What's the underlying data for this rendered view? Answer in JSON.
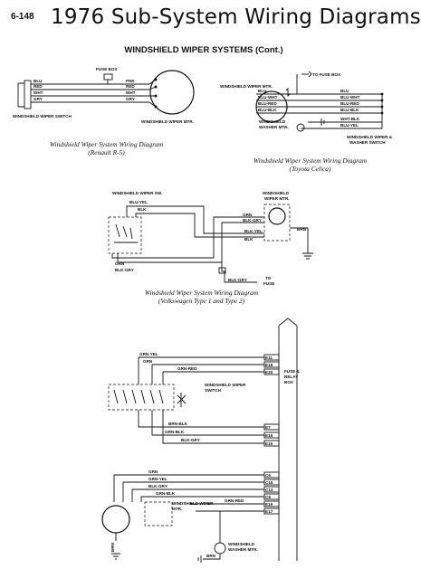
{
  "page": {
    "number": "6-148",
    "title": "1976 Sub-System Wiring Diagrams",
    "section": "WINDSHIELD WIPER SYSTEMS (Cont.)"
  },
  "renault": {
    "caption_line1": "Windshield Wiper System Wiring Diagram",
    "caption_line2": "(Renault R-5)",
    "fuse_box": "FUSE BOX",
    "switch_label": "WINDSHIELD WIPER SWITCH",
    "motor_label": "WINDSHIELD WIPER MTR.",
    "wires_left": [
      "BLU",
      "RED",
      "WHT",
      "GRY"
    ],
    "wires_right": [
      "PNK",
      "RED",
      "WHT",
      "GRY"
    ]
  },
  "toyota": {
    "caption_line1": "Windshield Wiper System Wiring Diagram",
    "caption_line2": "(Toyota Celica)",
    "fuse_box": "TO FUSE BOX",
    "motor_label": "WINDSHIELD WIPER MTR.",
    "washer_label_1": "WINDSHIELD",
    "washer_label_2": "WASHER MTR.",
    "switch_label_1": "WINDSHIELD WIPER &",
    "switch_label_2": "WASHER SWITCH",
    "wires_motor": [
      "BLU",
      "BLU-WHT",
      "BLU-RED",
      "BLU-BLK"
    ],
    "wires_switch": [
      "BLU",
      "BLU-WHT",
      "BLU-RED",
      "BLU-BLK",
      "WHT-BLK",
      "BLU-YEL"
    ]
  },
  "vw": {
    "caption_line1": "Windshield Wiper System Wiring Diagram",
    "caption_line2": "(Volkswagen Type 1 and Type 2)",
    "switch_label": "WINDSHIELD WIPER SW.",
    "motor_label_1": "WINDSHIELD",
    "motor_label_2": "WIPER MTR.",
    "wires_top": [
      "BLU-YEL",
      "BLK"
    ],
    "wires_motor": [
      "GRN",
      "BLK-GRY",
      "BLK-YEL",
      "BLK"
    ],
    "wire_brn": "BRN",
    "wires_bottom": [
      "GRN",
      "BLK-GRY"
    ],
    "wire_fuse": "BLK-GRY",
    "to_fuse_1": "TO",
    "to_fuse_2": "FUSE"
  },
  "bottom": {
    "relay_box_1": "FUSE &",
    "relay_box_2": "RELAY",
    "relay_box_3": "BOX",
    "switch_label_1": "WINDSHIELD WIPER",
    "switch_label_2": "SWITCH",
    "motor_label_1": "WINDSHIELD WIPER",
    "motor_label_2": "MTR.",
    "washer_label_1": "WINDSHIELD",
    "washer_label_2": "WASHER MTR.",
    "terminals_upper": [
      "E11",
      "E18",
      "E20"
    ],
    "terminals_mid": [
      "E7",
      "E16",
      "E15"
    ],
    "terminals_lower": [
      "C6",
      "C16",
      "C13",
      "C8",
      "E19",
      "E17"
    ],
    "wires_upper": [
      "GRN-YEL",
      "GRN",
      "GRN-RED"
    ],
    "wires_mid": [
      "BRN-BLK",
      "GRN-BLK",
      "BLK-GRY"
    ],
    "wires_lower": [
      "GRN",
      "GRN-YEL",
      "BLK-GRY",
      "GRN-BLK",
      "GRN-RED"
    ],
    "wire_brn_1": "BRN",
    "wire_brn_2": "BRN"
  }
}
